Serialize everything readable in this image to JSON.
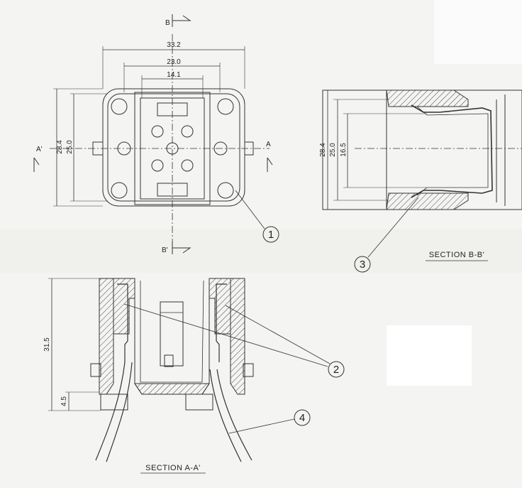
{
  "top_view": {
    "dim_width_outer": "33.2",
    "dim_width_mid": "23.0",
    "dim_width_inner": "14.1",
    "dim_height_outer": "28.4",
    "dim_height_inner": "25.0",
    "marker_a": "A",
    "marker_a_prime": "A'",
    "marker_b": "B",
    "marker_b_prime": "B'"
  },
  "section_bb": {
    "title": "SECTION B-B'",
    "dim_outer": "28.4",
    "dim_mid": "25.0",
    "dim_inner": "16.5"
  },
  "section_aa": {
    "title": "SECTION A-A'",
    "dim_height": "31.5",
    "dim_small": "4.5"
  },
  "balloons": [
    "1",
    "2",
    "3",
    "4"
  ]
}
